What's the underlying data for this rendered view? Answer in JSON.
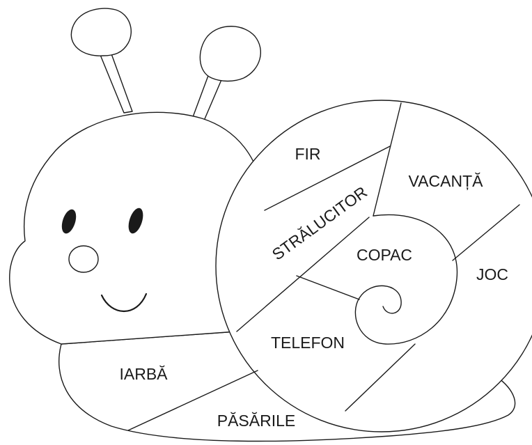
{
  "words": {
    "fir": "FIR",
    "vacanta": "VACANȚĂ",
    "stralucitor": "STRĂLUCITOR",
    "copac": "COPAC",
    "joc": "JOC",
    "telefon": "TELEFON",
    "iarba": "IARBĂ",
    "pasarile": "PĂSĂRILE"
  },
  "colors": {
    "line": "#1a1a1a",
    "background": "#ffffff"
  }
}
